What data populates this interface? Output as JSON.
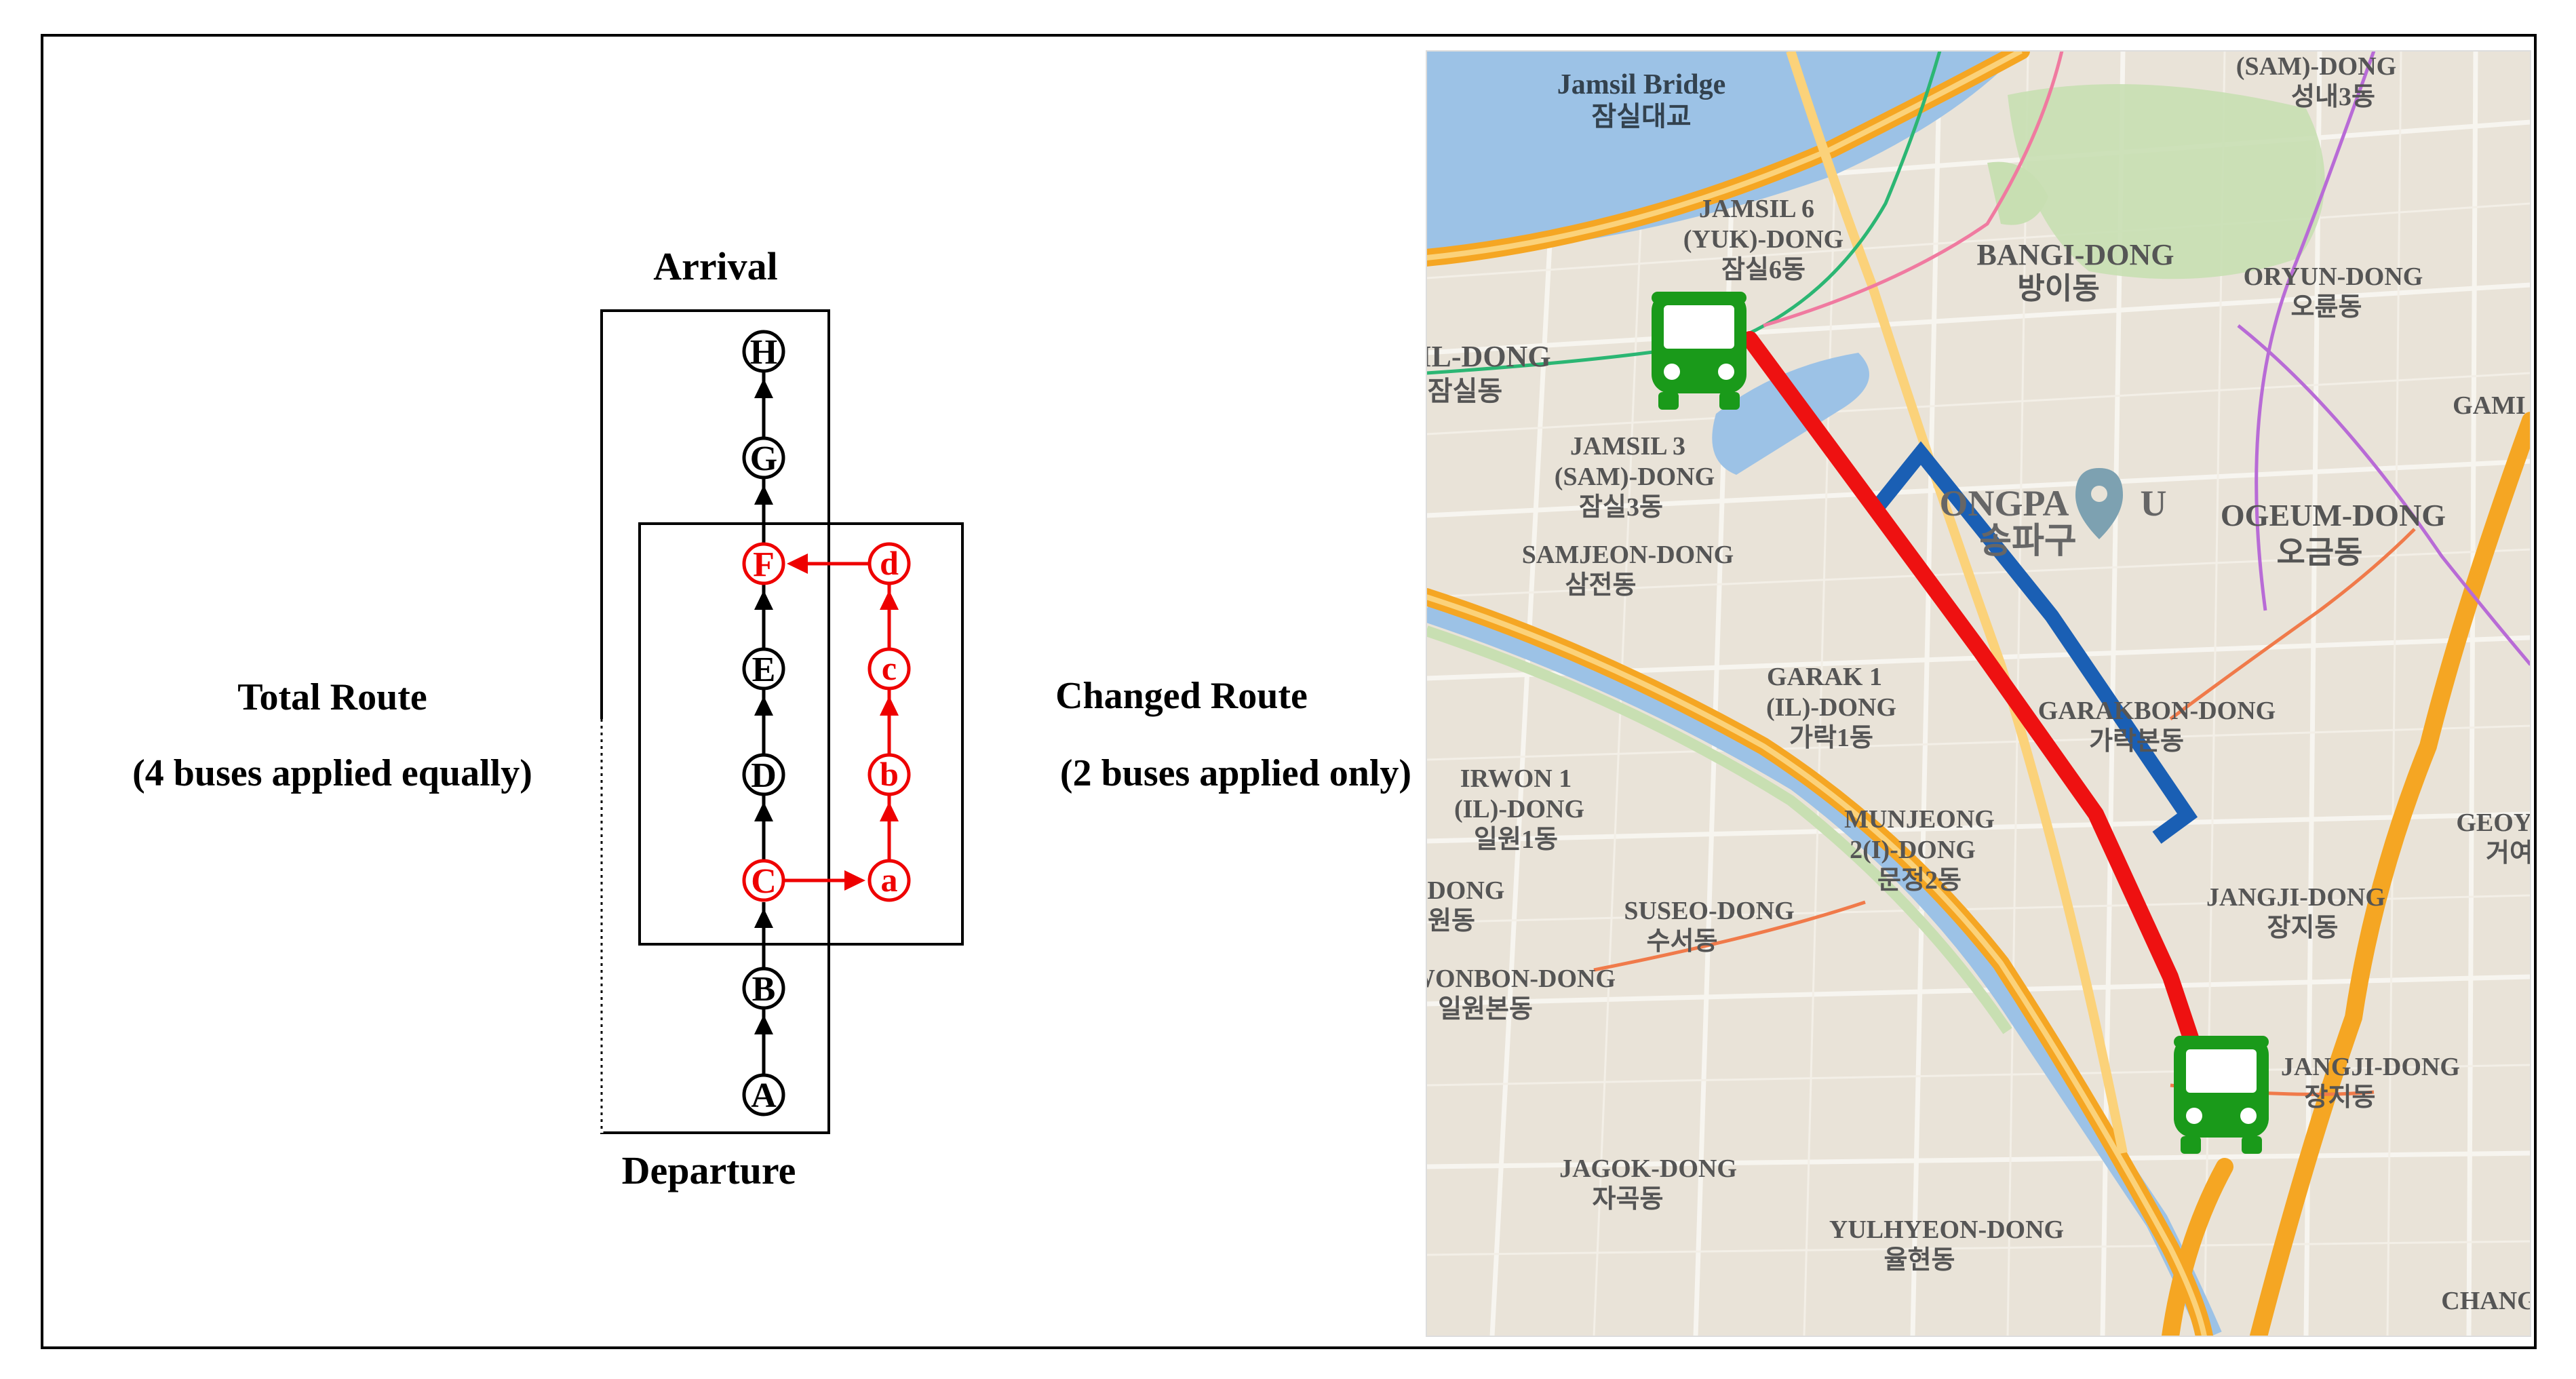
{
  "diagram": {
    "arrival": "Arrival",
    "departure": "Departure",
    "total_route_line1": "Total Route",
    "total_route_line2": "(4 buses applied equally)",
    "changed_route_line1": "Changed Route",
    "changed_route_line2": "(2 buses applied only)",
    "main_nodes": [
      "A",
      "B",
      "C",
      "D",
      "E",
      "F",
      "G",
      "H"
    ],
    "detour_nodes": [
      "a",
      "b",
      "c",
      "d"
    ],
    "colors": {
      "main": "#000000",
      "changed": "#ee0000"
    }
  },
  "map": {
    "labels": {
      "jamsil_bridge": "Jamsil Bridge",
      "jamsil_bridge_ko": "잠실대교",
      "sam_dong": "(SAM)-DONG",
      "sam_dong_ko": "성내3동",
      "jamsil6_a": "JAMSIL 6",
      "jamsil6_b": "(YUK)-DONG",
      "jamsil6_ko": "잠실6동",
      "bangi": "BANGI-DONG",
      "bangi_ko": "방이동",
      "oryun": "ORYUN-DONG",
      "oryun_ko": "오륜동",
      "il_dong": "IL-DONG",
      "il_dong_ko": "잠실동",
      "gam": "GAMI",
      "jamsil3_a": "JAMSIL 3",
      "jamsil3_b": "(SAM)-DONG",
      "jamsil3_ko": "잠실3동",
      "songpa_a": "ONGPA",
      "songpa_b": "U",
      "songpa_ko": "송파구",
      "ogeum": "OGEUM-DONG",
      "ogeum_ko": "오금동",
      "samjeon": "SAMJEON-DONG",
      "samjeon_ko": "삼전동",
      "garak1_a": "GARAK 1",
      "garak1_b": "(IL)-DONG",
      "garak1_ko": "가락1동",
      "garakbon": "GARAKBON-DONG",
      "garakbon_ko": "가락본동",
      "irwon1_a": "IRWON 1",
      "irwon1_b": "(IL)-DONG",
      "irwon1_ko": "일원1동",
      "munjeong_a": "MUNJEONG",
      "munjeong_b": "2(I)-DONG",
      "munjeong_ko": "문정2동",
      "geoye": "GEOYE",
      "geoye_ko": "거여",
      "wonbon_a": "-DONG",
      "wonbon_b": "원동",
      "suseo": "SUSEO-DONG",
      "suseo_ko": "수서동",
      "jangji1": "JANGJI-DONG",
      "jangji1_ko": "장지동",
      "wonbon": "WONBON-DONG",
      "wonbon_ko": "일원본동",
      "jangji2": "JANGJI-DONG",
      "jangji2_ko": "장지동",
      "jagok": "JAGOK-DONG",
      "jagok_ko": "자곡동",
      "yulhyeon": "YULHYEON-DONG",
      "yulhyeon_ko": "율현동",
      "chang": "CHANG"
    },
    "colors": {
      "total_route": "#ee1111",
      "changed_route": "#1a5fb4",
      "bus": "#1a9a1a"
    }
  }
}
